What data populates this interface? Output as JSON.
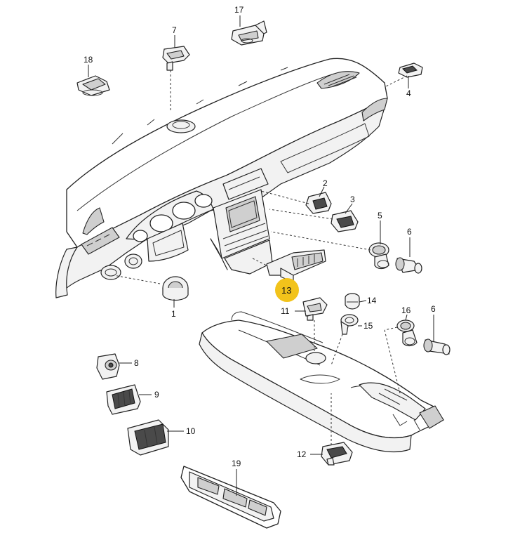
{
  "diagram": {
    "highlight_color": "#F2C31B",
    "highlighted_part": "13",
    "labels": {
      "p1": "1",
      "p2": "2",
      "p3": "3",
      "p4": "4",
      "p5": "5",
      "p6a": "6",
      "p6b": "6",
      "p7": "7",
      "p8": "8",
      "p9": "9",
      "p10": "10",
      "p11": "11",
      "p12": "12",
      "p13": "13",
      "p14": "14",
      "p15": "15",
      "p16": "16",
      "p17": "17",
      "p18": "18",
      "p19": "19"
    }
  }
}
